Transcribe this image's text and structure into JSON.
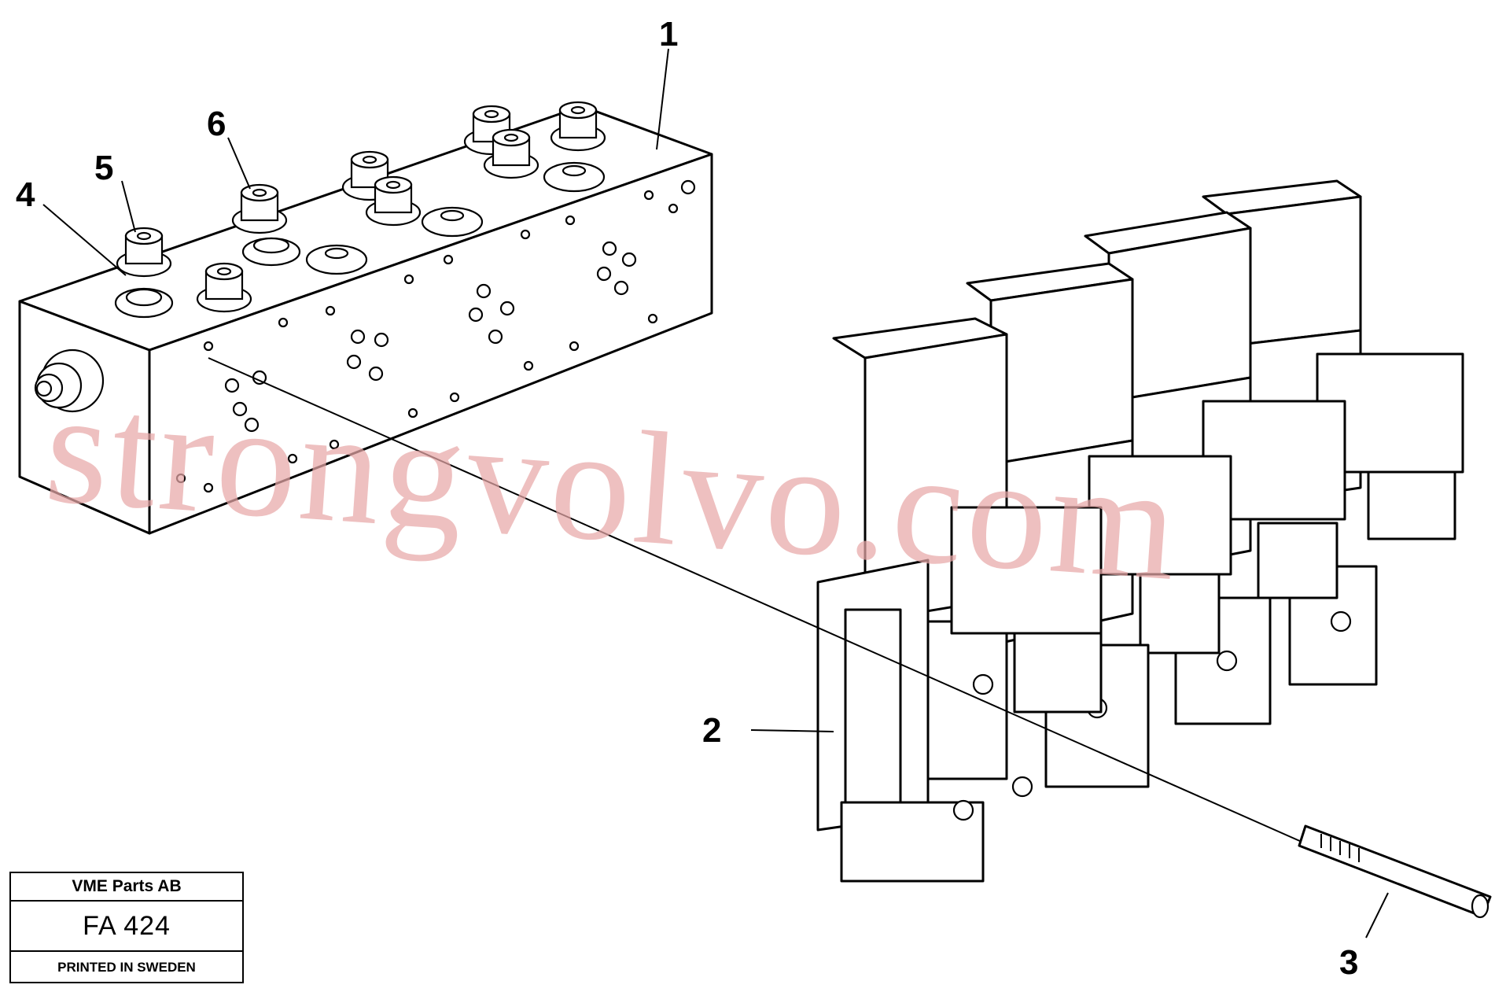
{
  "diagram": {
    "callouts": [
      "1",
      "2",
      "3",
      "4",
      "5",
      "6"
    ],
    "watermark": "strongvolvo.com"
  },
  "title_block": {
    "company": "VME Parts AB",
    "code": "FA 424",
    "printed": "PRINTED IN SWEDEN"
  }
}
